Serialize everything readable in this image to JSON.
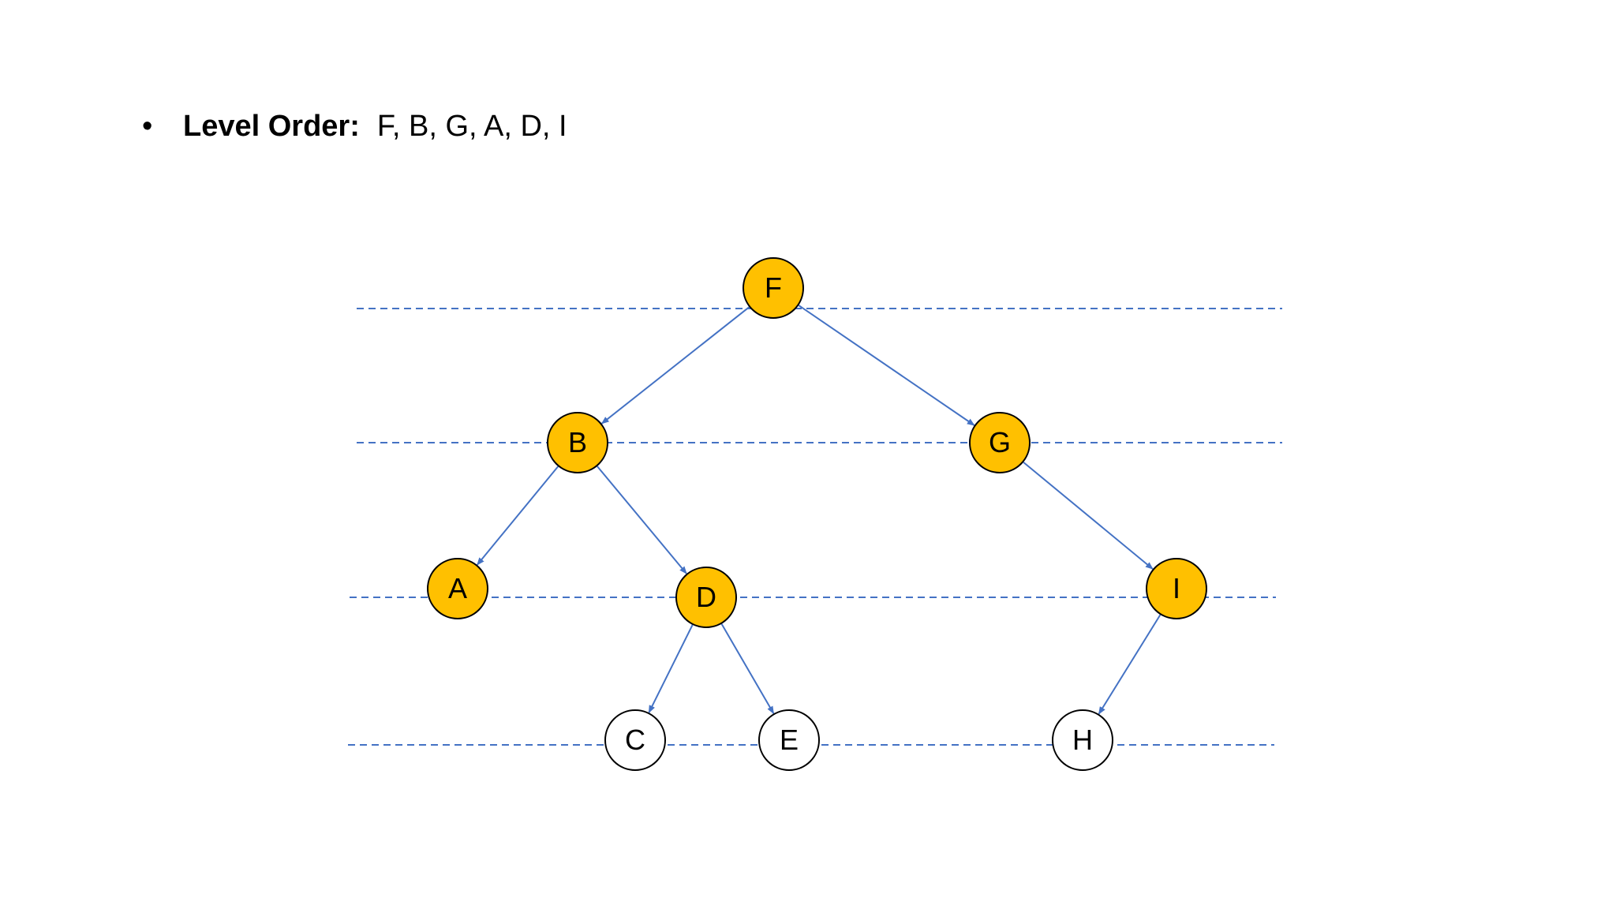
{
  "header": {
    "bullet": "•",
    "label": "Level Order:",
    "value": "F, B, G, A, D, I"
  },
  "colors": {
    "visited_fill": "#FFC000",
    "unvisited_fill": "#FFFFFF",
    "edge": "#4472C4",
    "level_line": "#4472C4",
    "node_stroke": "#000000"
  },
  "tree": {
    "nodes": [
      {
        "id": "F",
        "label": "F",
        "visited": true
      },
      {
        "id": "B",
        "label": "B",
        "visited": true
      },
      {
        "id": "G",
        "label": "G",
        "visited": true
      },
      {
        "id": "A",
        "label": "A",
        "visited": true
      },
      {
        "id": "D",
        "label": "D",
        "visited": true
      },
      {
        "id": "I",
        "label": "I",
        "visited": true
      },
      {
        "id": "C",
        "label": "C",
        "visited": false
      },
      {
        "id": "E",
        "label": "E",
        "visited": false
      },
      {
        "id": "H",
        "label": "H",
        "visited": false
      }
    ],
    "edges": [
      {
        "from": "F",
        "to": "B"
      },
      {
        "from": "F",
        "to": "G"
      },
      {
        "from": "B",
        "to": "A"
      },
      {
        "from": "B",
        "to": "D"
      },
      {
        "from": "G",
        "to": "I"
      },
      {
        "from": "D",
        "to": "C"
      },
      {
        "from": "D",
        "to": "E"
      },
      {
        "from": "I",
        "to": "H"
      }
    ]
  }
}
